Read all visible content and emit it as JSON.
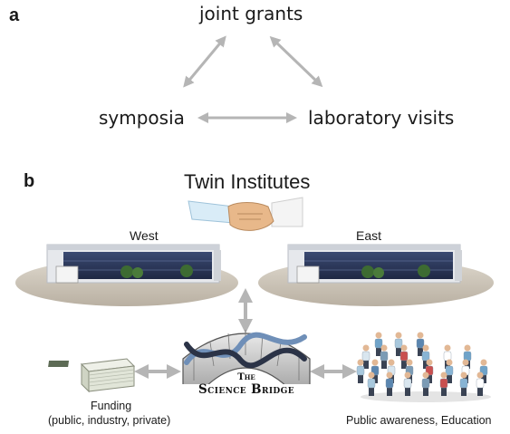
{
  "panel_a": {
    "letter": "a",
    "nodes": {
      "top": "joint grants",
      "left": "symposia",
      "right": "laboratory visits"
    }
  },
  "panel_b": {
    "letter": "b",
    "title": "Twin Institutes",
    "west_label": "West",
    "east_label": "East",
    "bridge_sign_line1": "The",
    "bridge_sign_line2": "Science Bridge",
    "funding_caption_line1": "Funding",
    "funding_caption_line2": "(public, industry, private)",
    "public_caption": "Public awareness, Education"
  },
  "colors": {
    "arrow": "#b5b5b5",
    "ground": "#c9c1b4",
    "building_glass": "#2d3a5c",
    "building_wall": "#e6e8ec",
    "helix_blue": "#6f8fb8"
  }
}
